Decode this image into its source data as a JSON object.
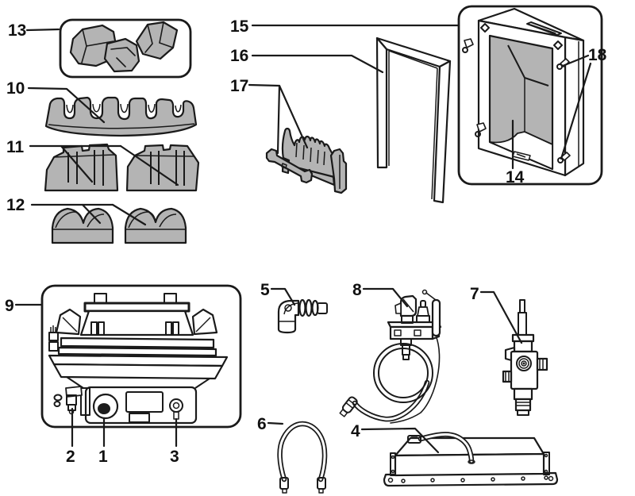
{
  "labels": {
    "1": "1",
    "2": "2",
    "3": "3",
    "4": "4",
    "5": "5",
    "6": "6",
    "7": "7",
    "8": "8",
    "9": "9",
    "10": "10",
    "11": "11",
    "12": "12",
    "13": "13",
    "14": "14",
    "15": "15",
    "16": "16",
    "17": "17",
    "18": "18"
  },
  "colors": {
    "line": "#1a1a1a",
    "gray": "#b4b4b4",
    "bg": "#ffffff"
  }
}
